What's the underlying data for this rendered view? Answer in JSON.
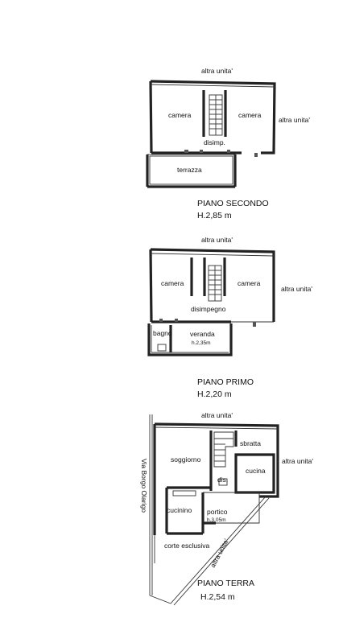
{
  "floors": {
    "second": {
      "title": "PIANO SECONDO",
      "height": "H.2,85 m",
      "labels": {
        "neighbor_top": "altra unita'",
        "neighbor_right": "altra unita'",
        "room_left": "camera",
        "room_right": "camera",
        "landing": "disimp.",
        "terrace": "terrazza"
      }
    },
    "first": {
      "title": "PIANO PRIMO",
      "height": "H.2,20 m",
      "labels": {
        "neighbor_top": "altra unita'",
        "neighbor_right": "altra unita'",
        "room_left": "camera",
        "room_right": "camera",
        "hallway": "disimpegno",
        "bathroom": "bagno",
        "veranda": "veranda",
        "veranda_height": "h.2,35m"
      }
    },
    "ground": {
      "title": "PIANO TERRA",
      "height": "H.2,54 m",
      "labels": {
        "neighbor_top": "altra unita'",
        "neighbor_right": "altra unita'",
        "neighbor_diagonal": "altra unita'",
        "street": "Via Borgo Olarigo",
        "living": "soggiorno",
        "storage": "sbratta",
        "kitchen": "cucina",
        "landing": "dis.",
        "kitchenette": "cucinino",
        "porch": "portico",
        "porch_height": "h.3,05m",
        "courtyard": "corte esclusiva"
      }
    }
  }
}
